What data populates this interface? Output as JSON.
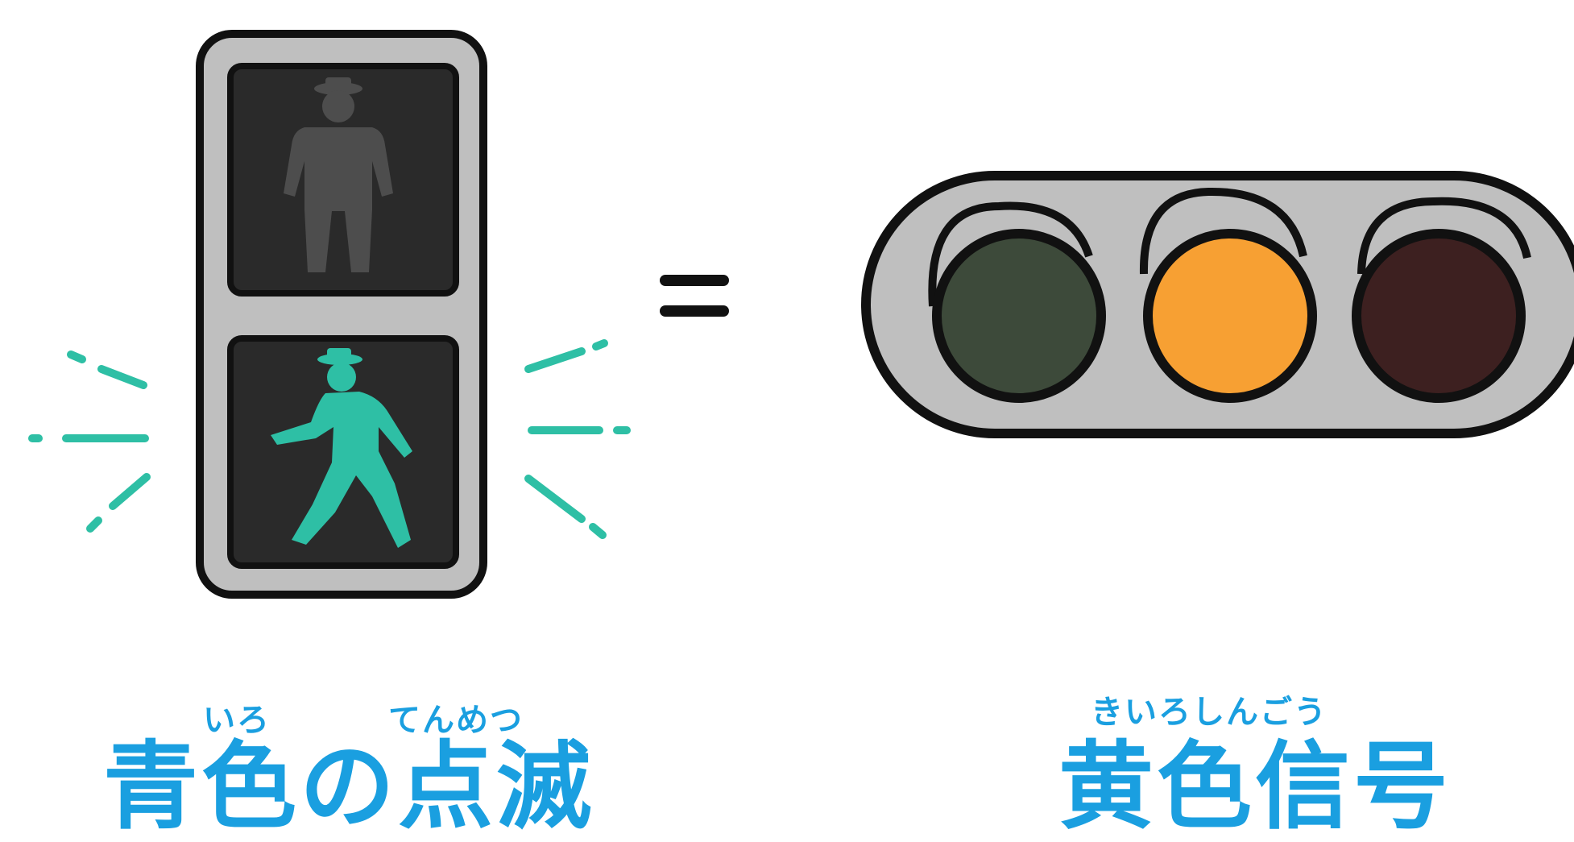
{
  "colors": {
    "accent_text": "#1a9fe0",
    "walk_green": "#2ebfa5",
    "unlit_figure": "#4d4d4d",
    "lamp_housing": "#bfbfbf",
    "lamp_face": "#2a2a2a",
    "green_off": "#3d4a3a",
    "amber_on": "#f7a033",
    "red_off": "#3d2020"
  },
  "icons": {
    "pedestrian_signal": "pedestrian-signal-icon",
    "stop_figure": "standing-person-icon",
    "walk_figure": "walking-person-icon",
    "vehicle_signal": "traffic-light-icon"
  },
  "signals": {
    "pedestrian": {
      "lit": "walk",
      "blinking": true
    },
    "vehicle": {
      "lit": "yellow"
    }
  },
  "left_label": {
    "ruby_1": "いろ",
    "ruby_2": "てんめつ",
    "text": "青色の点滅"
  },
  "right_label": {
    "ruby": "きいろしんごう",
    "text": "黄色信号"
  }
}
